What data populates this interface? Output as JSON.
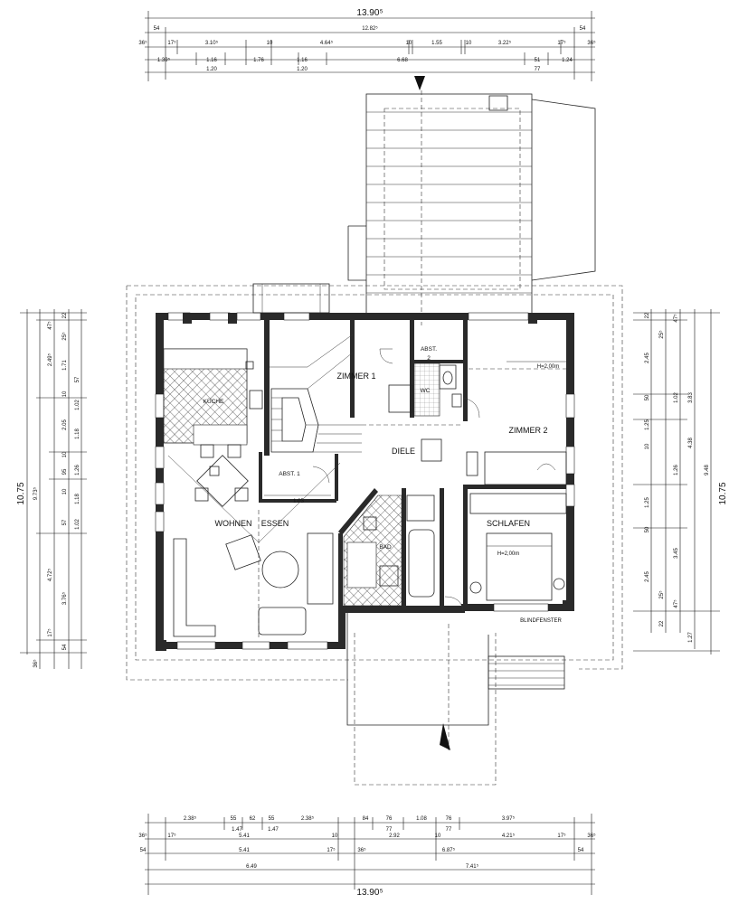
{
  "rooms": {
    "kueche": "KÜCHE",
    "zimmer1": "ZIMMER 1",
    "abst2_a": "ABST.",
    "abst2_b": "2",
    "wc": "WC",
    "hoehe1": "H=2,00m",
    "zimmer2": "ZIMMER 2",
    "abst1": "ABST. 1",
    "diele": "DIELE",
    "wohnen": "WOHNEN",
    "essen": "ESSEN",
    "bad": "BAD",
    "schlafen": "SCHLAFEN",
    "hoehe2": "H=2,00m",
    "blindfenster": "BLINDFENSTER"
  },
  "top_dims": {
    "total": "13.90⁵",
    "row1": [
      "54",
      "12.82⁵",
      "54"
    ],
    "row2": [
      "36⁵",
      "17⁵",
      "3.10⁵",
      "10",
      "4.64⁵",
      "10",
      "1.55",
      "10",
      "3.22⁵",
      "17⁵",
      "36⁵"
    ],
    "row3": [
      "1.39⁵",
      "1.16",
      "1.76",
      "1.16",
      "6.68",
      "51",
      "1.24"
    ],
    "row3b": [
      "1.20",
      "1.20",
      "77"
    ]
  },
  "bottom_dims": {
    "total": "13.90⁵",
    "row1": [
      "2.38⁵",
      "55",
      "62",
      "55",
      "2.38⁵",
      "84",
      "76",
      "1.08",
      "76",
      "3.97⁵"
    ],
    "row1b": [
      "1.47",
      "1.47",
      "77",
      "77"
    ],
    "row2": [
      "36⁵",
      "17⁵",
      "5.41",
      "10",
      "2.92",
      "10",
      "4.21⁵",
      "17⁵",
      "36⁵"
    ],
    "row3": [
      "54",
      "5.41",
      "17⁵",
      "36⁵",
      "6.87⁵",
      "54"
    ],
    "row4": [
      "6.49",
      "7.41⁵"
    ]
  },
  "left_dims": {
    "total": "10.75",
    "sub": "9.73⁵",
    "col1": [
      "47⁵",
      "2.49⁵",
      "4.72⁵",
      "17⁵",
      "36⁵"
    ],
    "col2": [
      "22",
      "25⁵",
      "1.71",
      "10",
      "2.05",
      "10",
      "95",
      "10",
      "57",
      "3.76⁵",
      "54"
    ],
    "col3": [
      "57",
      "1.02",
      "1.18",
      "1.26",
      "1.18",
      "1.02"
    ]
  },
  "right_dims": {
    "total": "10.75",
    "sub": "9.48",
    "col1": [
      "22",
      "25⁵",
      "2.45",
      "50",
      "1.25",
      "10",
      "1.25",
      "50",
      "2.45",
      "25⁵",
      "22"
    ],
    "col2": [
      "47⁵",
      "1.02",
      "3.83",
      "4.38",
      "1.26",
      "3.45",
      "47⁵"
    ],
    "col3": [
      "1.27"
    ]
  }
}
